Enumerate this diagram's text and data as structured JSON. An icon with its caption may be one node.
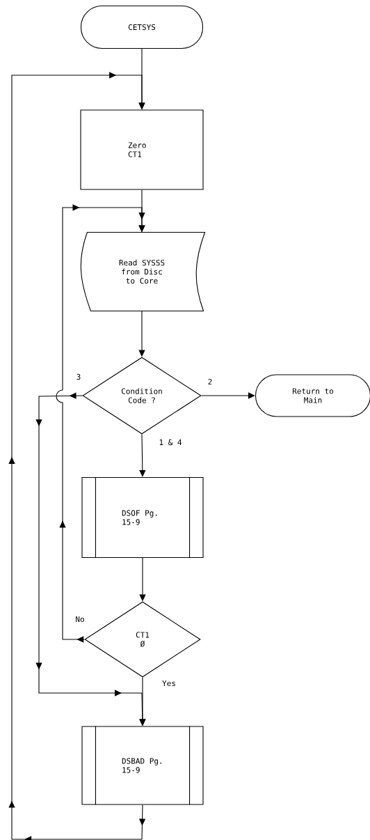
{
  "diagram": {
    "nodes": [
      {
        "text": [
          "CETSYS"
        ]
      },
      {
        "text": [
          "Zero CT1"
        ]
      },
      {
        "text": [
          "Read SYSSS from Disc to Core"
        ]
      },
      {
        "text": [
          "Condition Code ?"
        ]
      },
      {
        "text": [
          "Return to Main"
        ]
      },
      {
        "text": [
          "DSOF Pg. 15-9"
        ]
      },
      {
        "text": [
          "CT1 Ø"
        ]
      },
      {
        "text": [
          "DSBAD Pg. 15-9"
        ]
      }
    ],
    "edges": [
      {
        "from": 0,
        "to": 1,
        "arrow": "to"
      },
      {
        "from": 1,
        "to": 2,
        "arrow": "to"
      },
      {
        "from": 2,
        "to": 3,
        "arrow": "to"
      },
      {
        "from": 3,
        "to": 4,
        "arrow": "to",
        "label": "2"
      },
      {
        "from": 3,
        "to": 5,
        "arrow": "to",
        "label": "1 & 4"
      },
      {
        "from": 5,
        "to": 6,
        "arrow": "to"
      },
      {
        "from": 6,
        "to": 7,
        "arrow": "to",
        "label": "Yes"
      },
      {
        "from": 6,
        "to": 2,
        "arrow": "to",
        "label": "No"
      },
      {
        "from": 3,
        "to": 7,
        "arrow": "to",
        "label": "3"
      },
      {
        "from": 7,
        "to": 1,
        "arrow": "to"
      }
    ]
  }
}
